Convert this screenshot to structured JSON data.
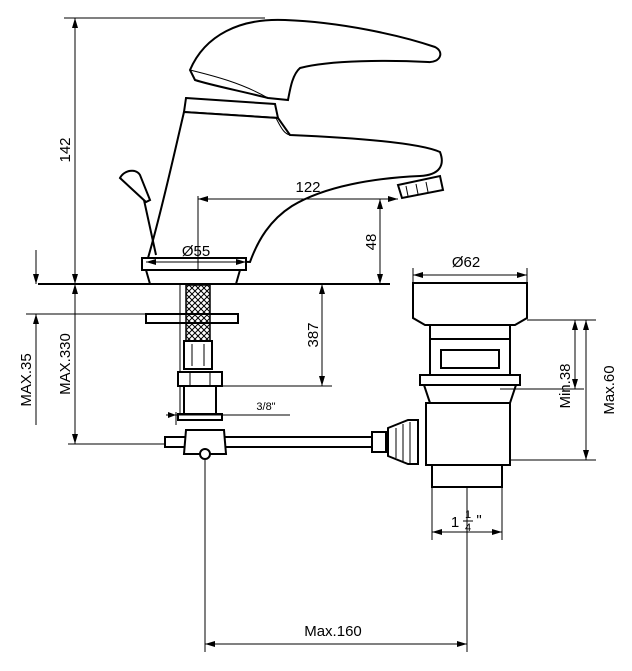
{
  "dimensions": {
    "height_142": "142",
    "spout_122": "122",
    "dia_55": "Ø55",
    "height_48": "48",
    "dia_62": "Ø62",
    "depth_387": "387",
    "max_330": "MAX.330",
    "max_35": "MAX.35",
    "thread_3_8": "3/8\"",
    "min_38": "Min.38",
    "max_60": "Max.60",
    "waste_whole": "1",
    "waste_num": "1",
    "waste_den": "4",
    "waste_inch": "\"",
    "max_160": "Max.160"
  }
}
